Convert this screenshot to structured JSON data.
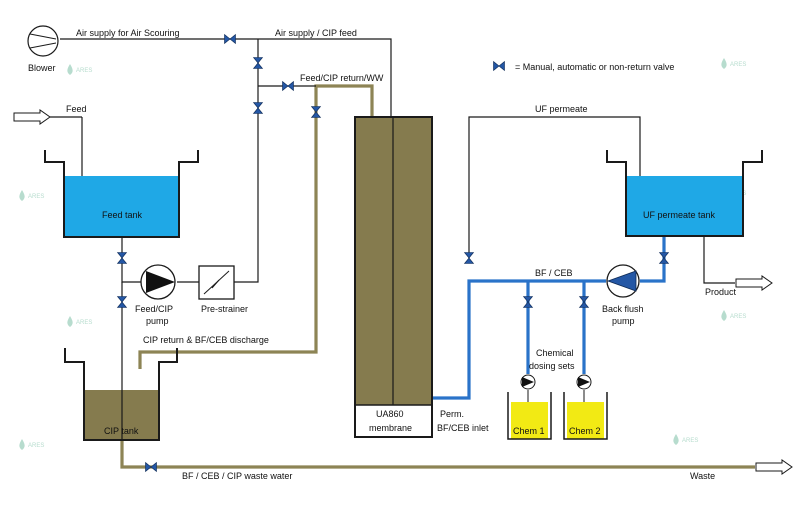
{
  "labels": {
    "blower": "Blower",
    "air_scouring": "Air supply for Air Scouring",
    "air_cip_feed": "Air supply / CIP feed",
    "feed_cip_return": "Feed/CIP return/WW",
    "feed": "Feed",
    "feed_tank": "Feed tank",
    "feed_cip_pump_line1": "Feed/CIP",
    "feed_cip_pump_line2": "pump",
    "pre_strainer": "Pre-strainer",
    "cip_return": "CIP return & BF/CEB discharge",
    "cip_tank": "CIP tank",
    "waste_water": "BF / CEB / CIP waste water",
    "waste": "Waste",
    "membrane_line1": "UA860",
    "membrane_line2": "membrane",
    "perm_line1": "Perm.",
    "perm_line2": "BF/CEB inlet",
    "uf_permeate": "UF permeate",
    "uf_permeate_tank": "UF permeate tank",
    "bf_ceb": "BF / CEB",
    "back_flush_line1": "Back flush",
    "back_flush_line2": "pump",
    "product": "Product",
    "chemical_line1": "Chemical",
    "chemical_line2": "dosing sets",
    "chem1": "Chem 1",
    "chem2": "Chem 2"
  },
  "legend": {
    "text": "=  Manual, automatic or non-return valve",
    "icon": "valve-icon"
  },
  "watermark": {
    "brand": "ARES"
  },
  "colors": {
    "water_blue": "#1fa8e6",
    "olive_liquid": "#857b4e",
    "valve_blue": "#2457a5",
    "pipe_blue": "#2a73c9",
    "pipe_olive": "#8d8455",
    "chem_yellow": "#f2ea14"
  }
}
